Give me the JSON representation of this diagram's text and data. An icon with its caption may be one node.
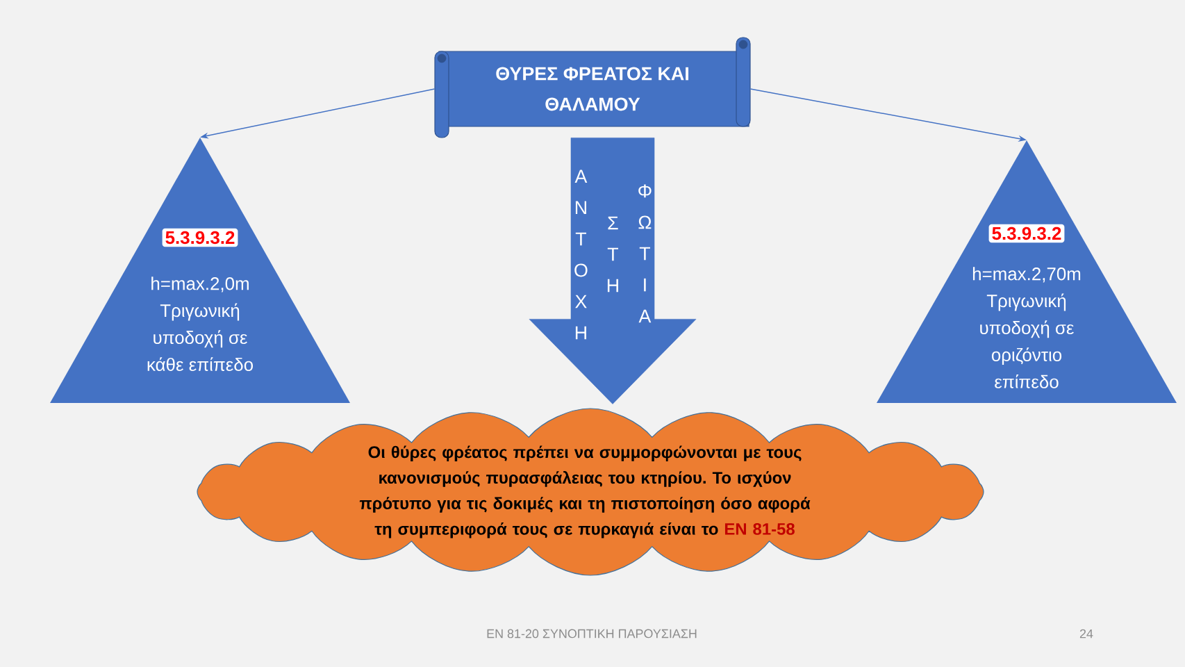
{
  "diagram": {
    "nodes": [
      {
        "text": [
          "ΘΥΡΕΣ ΦΡΕΑΤΟΣ ΚΑΙ ΘΑΛΑΜΟΥ"
        ]
      },
      {
        "text": [
          "5.3.9.3.2",
          "h=max.2,0m Τριγωνική υποδοχή σε κάθε επίπεδο"
        ]
      },
      {
        "text": [
          "5.3.9.3.2",
          "h=max.2,70m Τριγωνική υποδοχή σε οριζόντιο επίπεδο"
        ]
      },
      {
        "text": [
          "Οι θύρες φρέατος πρέπει να συμμορφώνονται με τους κανονισμούς πυρασφάλειας του κτηρίου. Το ισχύον πρότυπο για τις δοκιμές και τη πιστοποίηση όσο αφορά τη συμπεριφορά τους σε πυρκαγιά είναι το",
          "EN 81-58"
        ]
      }
    ],
    "edges": [
      {
        "from": 0,
        "to": 1,
        "arrow": "to"
      },
      {
        "from": 0,
        "to": 3,
        "arrow": "to",
        "style": "thick",
        "label": "ΑΝΤΟΧΗ ΣΤΗ ΦΩΤΙΑ"
      },
      {
        "from": 0,
        "to": 2,
        "arrow": "to"
      }
    ],
    "labels": [
      "EN 81-20 ΣΥΝΟΠΤΙΚΗ ΠΑΡΟΥΣΙΑΣΗ",
      "24"
    ]
  }
}
